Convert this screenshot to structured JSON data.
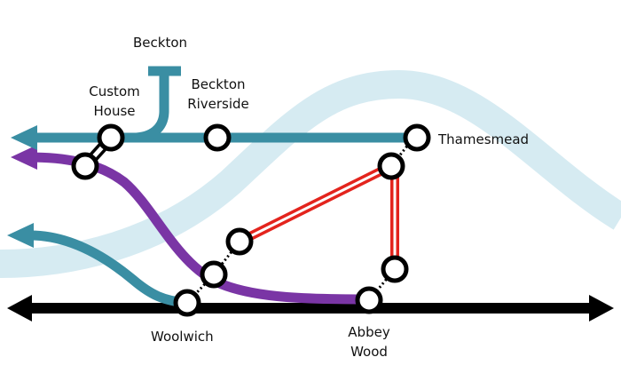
{
  "colors": {
    "river": "#d6ebf2",
    "teal_line": "#3a8ea3",
    "purple_line": "#7a35a5",
    "black_line": "#000000",
    "red_link": "#e3241d",
    "station_fill": "#ffffff",
    "station_stroke": "#000000"
  },
  "stations": {
    "beckton": "Beckton",
    "custom_house_1": "Custom",
    "custom_house_2": "House",
    "beckton_riverside_1": "Beckton",
    "beckton_riverside_2": "Riverside",
    "thamesmead": "Thamesmead",
    "woolwich": "Woolwich",
    "abbey_wood_1": "Abbey",
    "abbey_wood_2": "Wood"
  }
}
